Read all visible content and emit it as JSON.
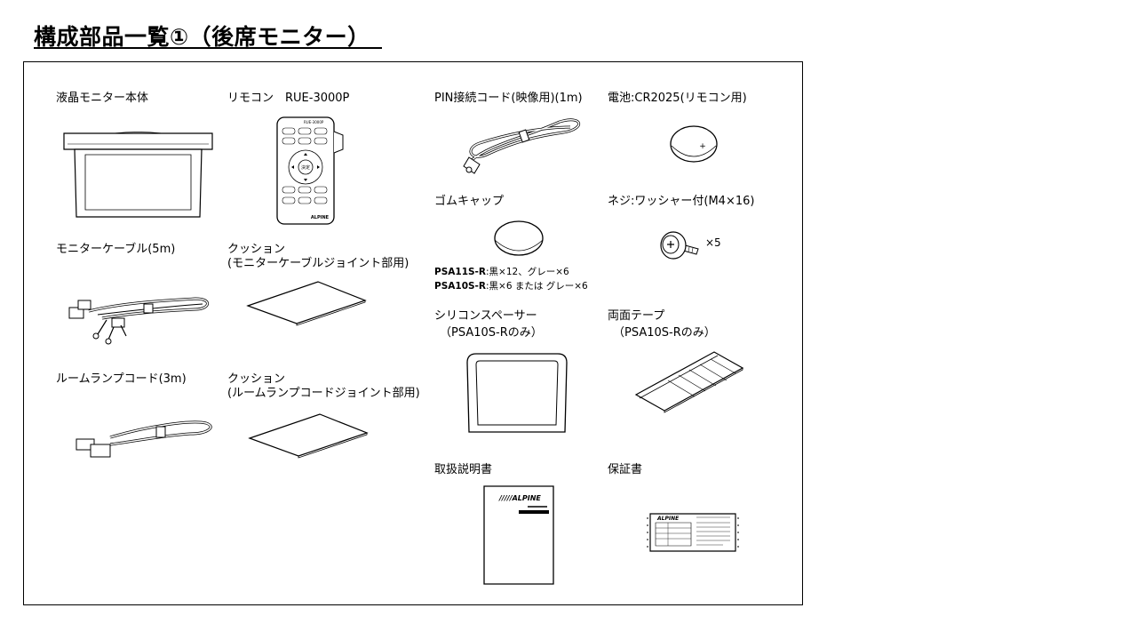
{
  "page": {
    "title": "構成部品一覧①（後席モニター）"
  },
  "items": {
    "monitor": {
      "label": "液晶モニター本体"
    },
    "remote": {
      "label": "リモコン　RUE-3000P",
      "model_print": "RUE-3000P",
      "btn_center": "決定",
      "brand_print": "ALPINE"
    },
    "pin_cord": {
      "label": "PIN接続コード(映像用)(1m)"
    },
    "battery": {
      "label": "電池:CR2025(リモコン用)",
      "mark": "+"
    },
    "monitor_cable": {
      "label": "モニターケーブル(5m)"
    },
    "cushion_1": {
      "line1": "クッション",
      "line2": "(モニターケーブルジョイント部用)"
    },
    "rubber_cap": {
      "label": "ゴムキャップ",
      "note1_head": "PSA11S-R",
      "note1_body": ":黒×12、グレー×6",
      "note2_head": "PSA10S-R",
      "note2_body": ":黒×6 または グレー×6"
    },
    "screw": {
      "label": "ネジ:ワッシャー付(M4×16)",
      "qty": "×5"
    },
    "silicon_spacer": {
      "line1": "シリコンスペーサー",
      "line2": "（PSA10S-Rのみ）"
    },
    "tape": {
      "line1": "両面テープ",
      "line2": "（PSA10S-Rのみ）"
    },
    "room_lamp_cord": {
      "label": "ルームランプコード(3m)"
    },
    "cushion_2": {
      "line1": "クッション",
      "line2": "(ルームランプコードジョイント部用)"
    },
    "manual": {
      "label": "取扱説明書",
      "brand_print": "/////ALPINE"
    },
    "warranty": {
      "label": "保証書",
      "brand_print": "ALPINE"
    }
  }
}
